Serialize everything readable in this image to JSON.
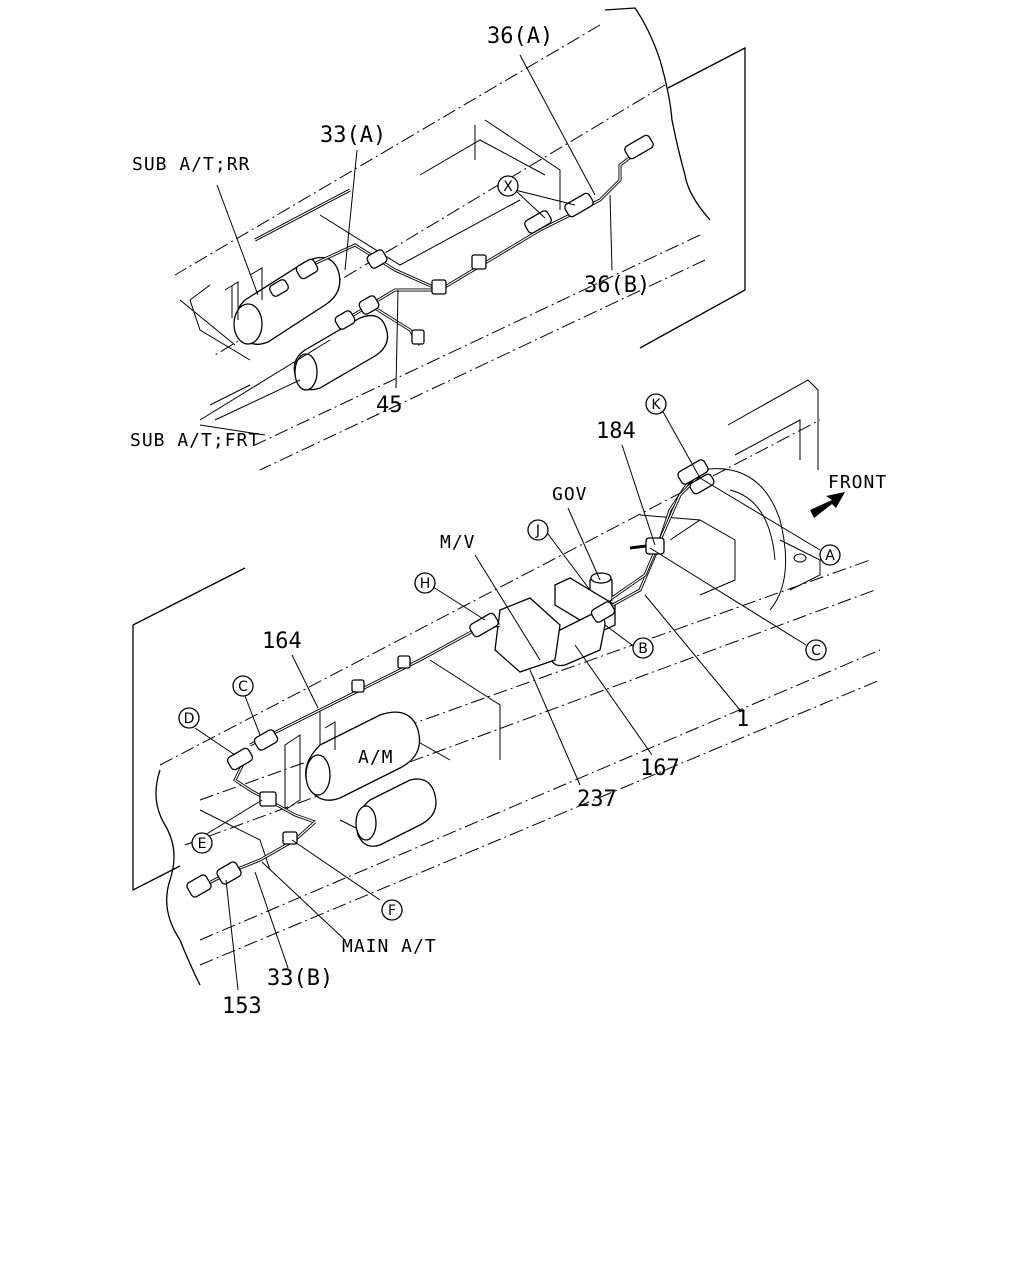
{
  "upper_section": {
    "label_sub_rr": "SUB A/T;RR",
    "label_sub_frt": "SUB A/T;FRT",
    "callout_36a": "36(A)",
    "callout_33a": "33(A)",
    "callout_36b": "36(B)",
    "callout_45": "45",
    "marker_x": "X"
  },
  "lower_section": {
    "label_front": "FRONT",
    "label_gov": "GOV",
    "label_mv": "M/V",
    "label_am": "A/M",
    "label_main_at": "MAIN A/T",
    "callout_184": "184",
    "callout_164": "164",
    "callout_1": "1",
    "callout_167": "167",
    "callout_237": "237",
    "callout_33b": "33(B)",
    "callout_153": "153",
    "marker_a": "A",
    "marker_b": "B",
    "marker_c_right": "C",
    "marker_c_left": "C",
    "marker_d": "D",
    "marker_e": "E",
    "marker_f": "F",
    "marker_h": "H",
    "marker_j": "J",
    "marker_k": "K"
  }
}
